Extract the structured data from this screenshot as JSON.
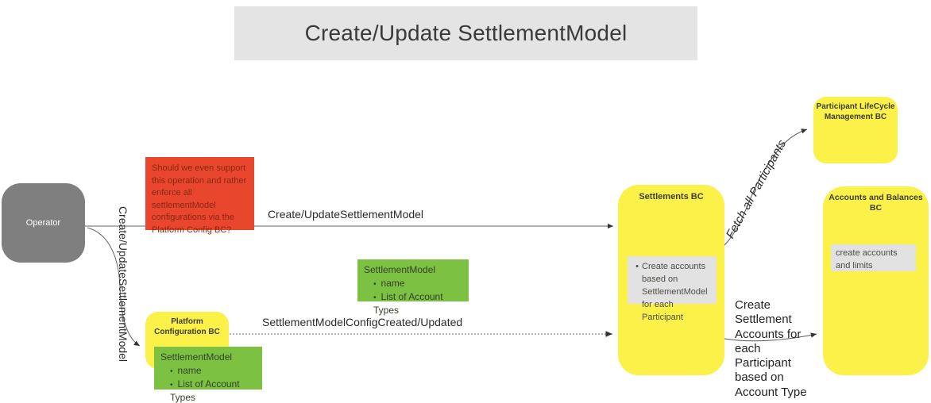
{
  "title": "Create/Update SettlementModel",
  "colors": {
    "yellow_bc": "#fbf148",
    "green_model": "#7dc142",
    "red_note": "#e8472e",
    "operator_gray": "#7f7f7f",
    "inner_note_gray": "#e2e2e2",
    "title_banner_gray": "#e4e4e4",
    "wire_gray": "#666666"
  },
  "nodes": {
    "operator": {
      "label": "Operator"
    },
    "red_note": {
      "text": "Should we even support this operation and rather enforce all settlementModel configurations via the Platform Config BC?"
    },
    "platform_config": {
      "title": "Platform Configuration BC"
    },
    "settlements": {
      "title": "Settlements BC",
      "note_bullet": "•",
      "note": "Create accounts based on SettlementModel for each Participant"
    },
    "participant_lifecycle": {
      "title": "Participant LifeCycle Management BC"
    },
    "accounts_balances": {
      "title": "Accounts and Balances BC",
      "note": "create accounts and limits"
    },
    "settlement_model_left": {
      "title": "SettlementModel",
      "items": [
        "name",
        "List of Account Types"
      ]
    },
    "settlement_model_mid": {
      "title": "SettlementModel",
      "items": [
        "name",
        "List of Account Types"
      ]
    }
  },
  "edges": {
    "create_update_horizontal": "Create/UpdateSettlementModel",
    "create_update_vertical": "Create/UpdateSettlementModel",
    "config_created": "SettlementModelConfigCreated/Updated",
    "fetch_participants": "Fetch all Participants",
    "create_settlement_accounts": "Create Settlement Accounts for each Participant based on Account Type"
  }
}
